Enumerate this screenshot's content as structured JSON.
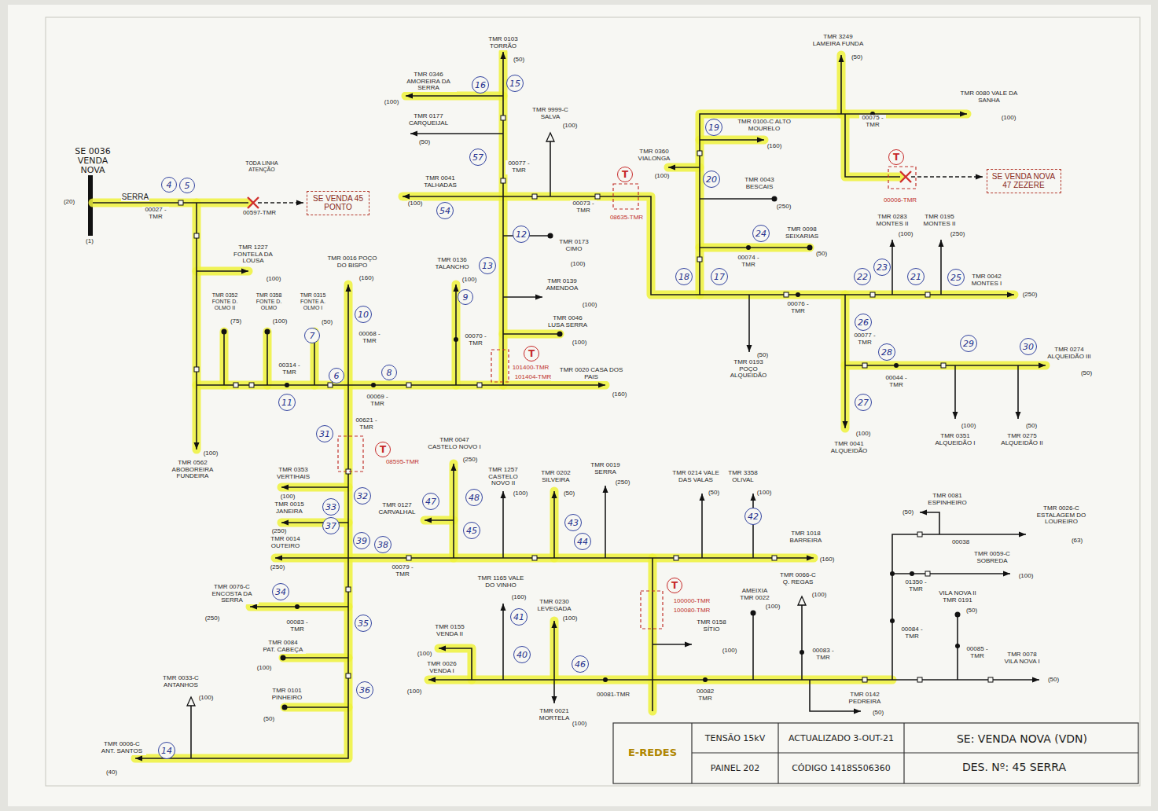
{
  "diagram": {
    "title": "SE: VENDA NOVA (VDN)",
    "nodes": [
      {
        "text": [
          "SE VENDA 45 PONTO"
        ]
      },
      {
        "text": [
          "16"
        ]
      },
      {
        "text": [
          "15"
        ]
      },
      {
        "text": [
          "19"
        ]
      },
      {
        "text": [
          "57"
        ]
      },
      {
        "text": [
          "T"
        ]
      },
      {
        "text": [
          "T"
        ]
      },
      {
        "text": [
          "20"
        ]
      },
      {
        "text": [
          "SE VENDA NOVA 47 ZEZERE"
        ]
      },
      {
        "text": [
          "4"
        ]
      },
      {
        "text": [
          "5"
        ]
      },
      {
        "text": [
          "54"
        ]
      },
      {
        "text": [
          "12"
        ]
      },
      {
        "text": [
          "24"
        ]
      },
      {
        "text": [
          "13"
        ]
      },
      {
        "text": [
          "23"
        ]
      },
      {
        "text": [
          "22"
        ]
      },
      {
        "text": [
          "21"
        ]
      },
      {
        "text": [
          "25"
        ]
      },
      {
        "text": [
          "18"
        ]
      },
      {
        "text": [
          "17"
        ]
      },
      {
        "text": [
          "9"
        ]
      },
      {
        "text": [
          "26"
        ]
      },
      {
        "text": [
          "10"
        ]
      },
      {
        "text": [
          "7"
        ]
      },
      {
        "text": [
          "29"
        ]
      },
      {
        "text": [
          "30"
        ]
      },
      {
        "text": [
          "28"
        ]
      },
      {
        "text": [
          "T"
        ]
      },
      {
        "text": [
          "8"
        ]
      },
      {
        "text": [
          "6"
        ]
      },
      {
        "text": [
          "27"
        ]
      },
      {
        "text": [
          "11"
        ]
      },
      {
        "text": [
          "31"
        ]
      },
      {
        "text": [
          "T"
        ]
      },
      {
        "text": [
          "32"
        ]
      },
      {
        "text": [
          "48"
        ]
      },
      {
        "text": [
          "47"
        ]
      },
      {
        "text": [
          "33"
        ]
      },
      {
        "text": [
          "42"
        ]
      },
      {
        "text": [
          "43"
        ]
      },
      {
        "text": [
          "37"
        ]
      },
      {
        "text": [
          "45"
        ]
      },
      {
        "text": [
          "39"
        ]
      },
      {
        "text": [
          "44"
        ]
      },
      {
        "text": [
          "38"
        ]
      },
      {
        "text": [
          "T"
        ]
      },
      {
        "text": [
          "34"
        ]
      },
      {
        "text": [
          "41"
        ]
      },
      {
        "text": [
          "35"
        ]
      },
      {
        "text": [
          "40"
        ]
      },
      {
        "text": [
          "46"
        ]
      },
      {
        "text": [
          "36"
        ]
      },
      {
        "text": [
          "14"
        ]
      }
    ],
    "labels": [
      "SE 0036 VENDA NOVA",
      "(20)",
      "(1)",
      "SERRA",
      "00027 -TMR",
      "TODA LINHA ATENÇÃO",
      "00597-TMR",
      "TMR 1227 FONTELA DA LOUSA",
      "(100)",
      "TMR 0352 FONTE D. OLMO II",
      "TMR 0358 FONTE D. OLMO",
      "TMR 0315 FONTE A. OLMO I",
      "(75)",
      "(100)",
      "(50)",
      "00314 -TMR",
      "TMR 0016 POÇO DO BISPO",
      "(160)",
      "00068 -TMR",
      "00069 -TMR",
      "TMR 0562 ABOBOREIRA FUNDEIRA",
      "(100)",
      "00621 -TMR",
      "08595-TMR",
      "TMR 0103 TORRÃO",
      "(50)",
      "TMR 0346 AMOREIRA DA SERRA",
      "(100)",
      "TMR 0177 CARQUEIJAL",
      "(50)",
      "TMR 9999-C SALVA",
      "(100)",
      "00077 -TMR",
      "TMR 0041 TALHADAS",
      "(100)",
      "00073 -TMR",
      "08635-TMR",
      "TMR 0360 VIALONGA",
      "(100)",
      "TMR 0173 CIMO",
      "(100)",
      "TMR 0136 TALANCHO",
      "(100)",
      "TMR 0139 AMENDOA",
      "(100)",
      "TMR 0046 LUSA SERRA",
      "(100)",
      "00070 -TMR",
      "101400-TMR",
      "101404-TMR",
      "TMR 0020 CASA DOS PAIS",
      "(160)",
      "TMR 3249 LAMEIRA FUNDA",
      "(50)",
      "TMR 0080 VALE DA SANHA",
      "(100)",
      "00075 -TMR",
      "TMR 0100-C ALTO MOURELO",
      "(160)",
      "TMR 0043 BESCAIS",
      "(250)",
      "00006-TMR",
      "TMR 0283 MONTES II",
      "(100)",
      "TMR 0195 MONTES II",
      "(250)",
      "TMR 0098 SEIXARIAS",
      "(50)",
      "00074 -TMR",
      "TMR 0042 MONTES I",
      "(250)",
      "00076 -TMR",
      "00077 -TMR",
      "00044 -TMR",
      "TMR 0193 POÇO ALQUEIDÃO",
      "(50)",
      "TMR 0274 ALQUEIDÃO III",
      "(50)",
      "(100)",
      "TMR 0351 ALQUEIDÃO I",
      "(50)",
      "TMR 0275 ALQUEIDÃO II",
      "(100)",
      "TMR 0041 ALQUEIDÃO",
      "TMR 0353 VERTIHAIS",
      "(100)",
      "TMR 0015 JANEIRA",
      "(250)",
      "TMR 0014 OUTEIRO",
      "(250)",
      "TMR 0127 CARVALHAL",
      "TMR 0047 CASTELO NOVO I",
      "(250)",
      "TMR 1257 CASTELO NOVO II",
      "(100)",
      "TMR 0202 SILVEIRA",
      "(50)",
      "TMR 0019 SERRA",
      "(250)",
      "TMR 0214 VALE DAS VALAS",
      "(50)",
      "TMR 3358 OLIVAL",
      "(100)",
      "TMR 1018 BARREIRA",
      "(160)",
      "00079 -TMR",
      "TMR 0076-C ENCOSTA DA SERRA",
      "(250)",
      "00083 -TMR",
      "TMR 0084 PAT. CABEÇA",
      "(100)",
      "TMR 0101 PINHEIRO",
      "(50)",
      "TMR 0033-C ANTANHOS",
      "(100)",
      "TMR 0006-C ANT. SANTOS",
      "(40)",
      "TMR 1165 VALE DO VINHO",
      "(160)",
      "TMR 0230 LEVEGADA",
      "(100)",
      "TMR 0155 VENDA II",
      "(100)",
      "TMR 0026 VENDA I",
      "(100)",
      "00081-TMR",
      "TMR 0021 MORTELA",
      "(100)",
      "100000-TMR",
      "100080-TMR",
      "TMR 0158 SÍTIO",
      "(100)",
      "AMEIXIA TMR 0022",
      "(100)",
      "TMR 0066-C Q. REGAS",
      "(100)",
      "00082 TMR",
      "00083 -TMR",
      "TMR 0142 PEDREIRA",
      "(50)",
      "TMR 0081 ESPINHEIRO",
      "(50)",
      "TMR 0026-C ESTALAGEM DO LOUREIRO",
      "(63)",
      "00038",
      "TMR 0059-C SOBREDA",
      "(100)",
      "01350 -TMR",
      "VILA NOVA II TMR 0191",
      "(50)",
      "00084 -TMR",
      "00085 -TMR",
      "TMR 0078 VILA NOVA I",
      "(50)",
      "E-REDES",
      "TENSÃO 15kV",
      "ACTUALIZADO 3-OUT-21",
      "PAINEL 202",
      "CÓDIGO 1418S506360",
      "DES. Nº: 45 SERRA"
    ]
  }
}
